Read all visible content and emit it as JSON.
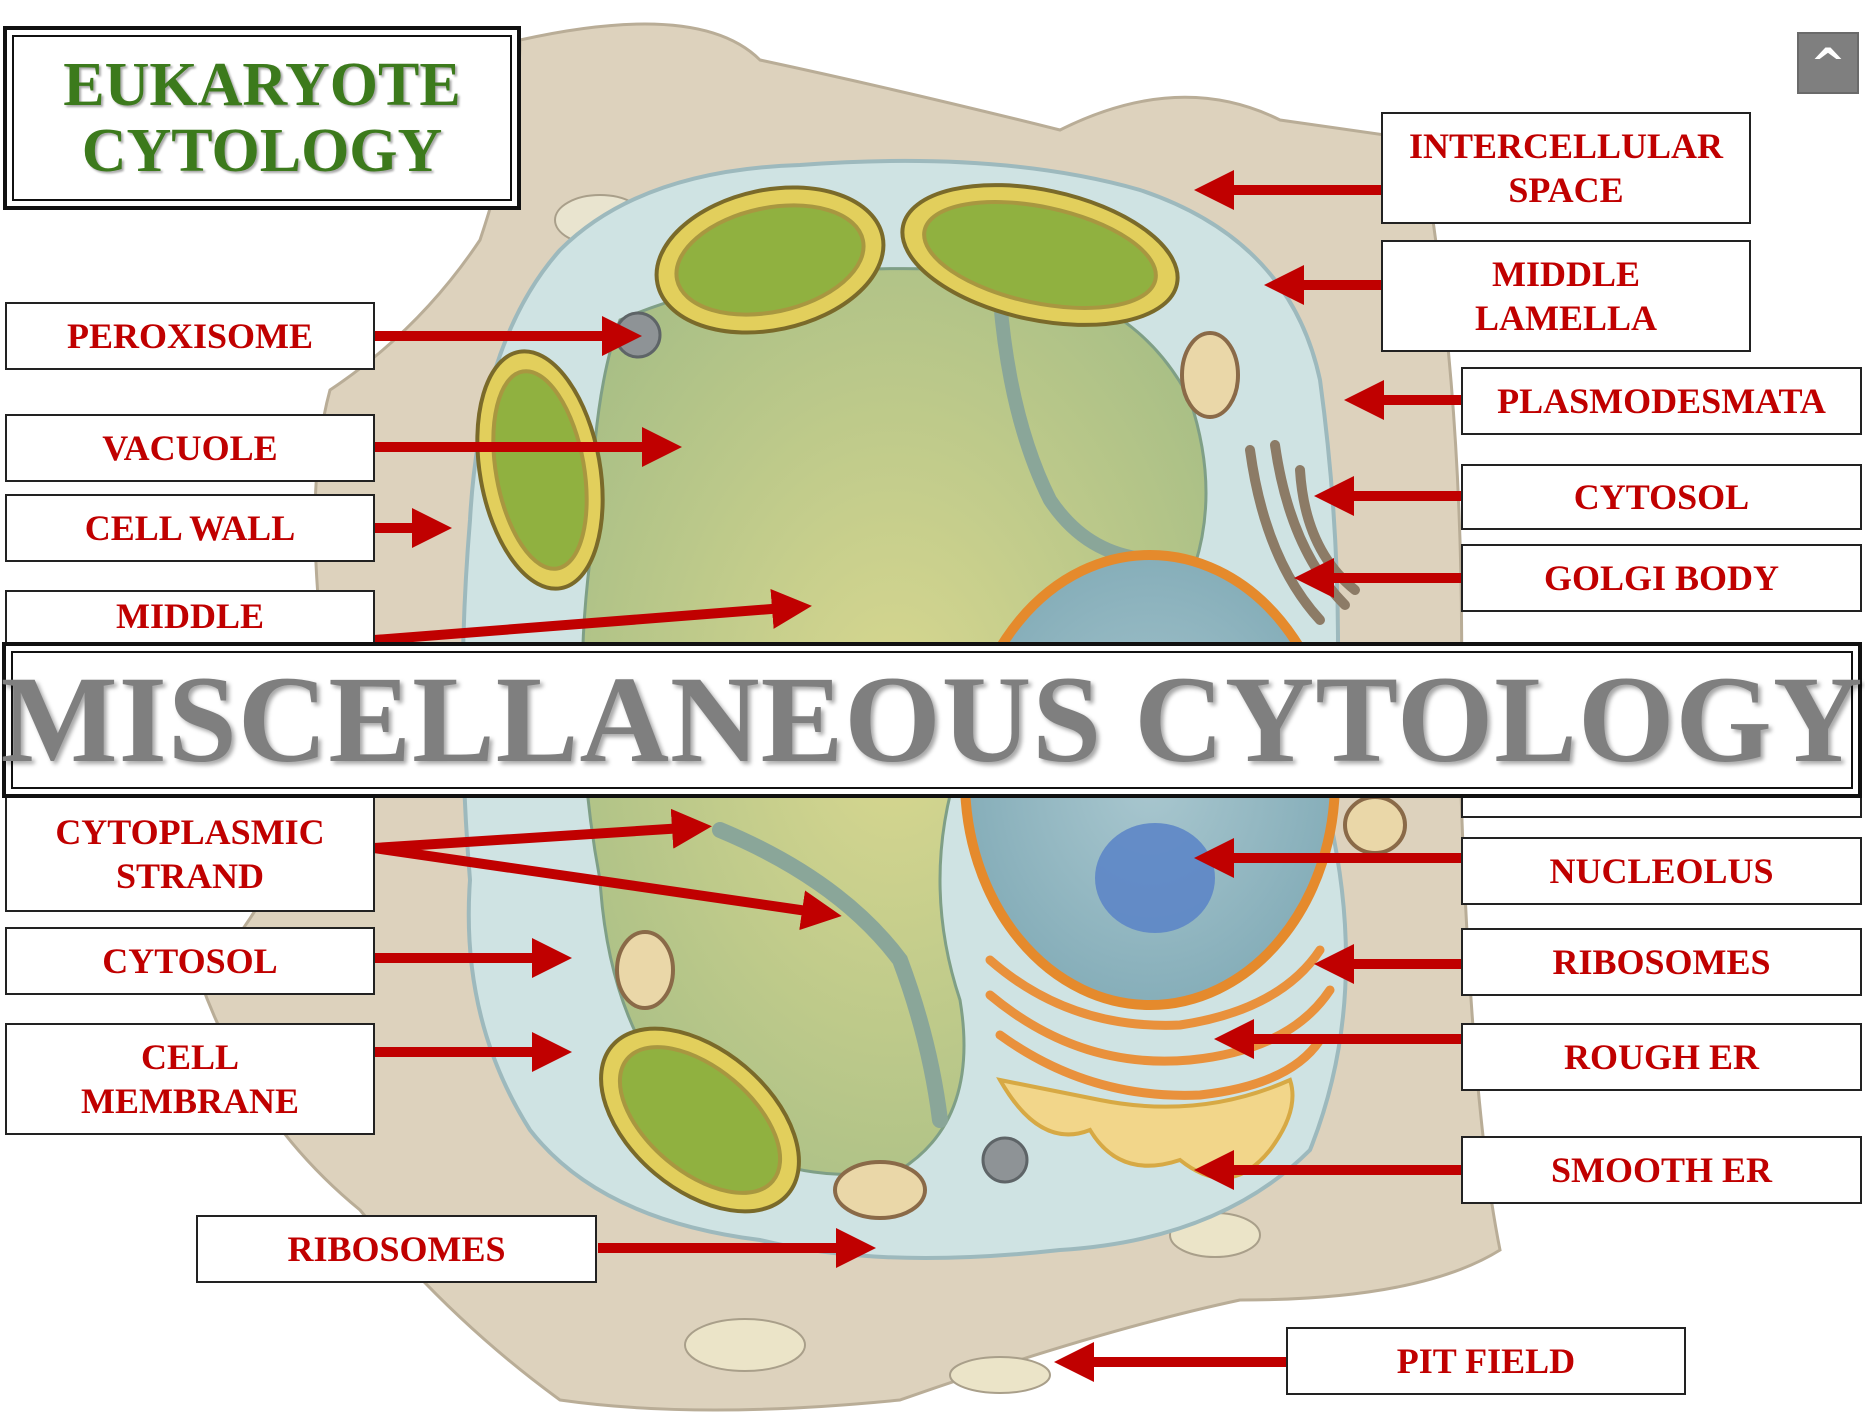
{
  "title": {
    "line1": "EUKARYOTE",
    "line2": "CYTOLOGY"
  },
  "nav": {
    "up_glyph": "^"
  },
  "banner": {
    "text": "MISCELLANEOUS CYTOLOGY"
  },
  "labels": {
    "intercellular_space": [
      "INTERCELLULAR",
      "SPACE"
    ],
    "middle_lamella_right": [
      "MIDDLE",
      "LAMELLA"
    ],
    "plasmodesmata": "PLASMODESMATA",
    "cytosol_right": "CYTOSOL",
    "golgi_body": "GOLGI BODY",
    "peroxisome": "PEROXISOME",
    "vacuole": "VACUOLE",
    "cell_wall": "CELL WALL",
    "middle_left": "MIDDLE",
    "cytoplasmic_strand": [
      "CYTOPLASMIC",
      "STRAND"
    ],
    "cytosol_left": "CYTOSOL",
    "cell_membrane": [
      "CELL",
      "MEMBRANE"
    ],
    "nucleolus": "NUCLEOLUS",
    "ribosomes_right": "RIBOSOMES",
    "rough_er": "ROUGH ER",
    "smooth_er": "SMOOTH ER",
    "ribosomes_bottom": "RIBOSOMES",
    "pit_field": "PIT FIELD"
  },
  "colors": {
    "label_text": "#c00000",
    "arrow": "#c00000",
    "title_text": "#3c7a1c",
    "banner_text": "#7f7f7f"
  }
}
